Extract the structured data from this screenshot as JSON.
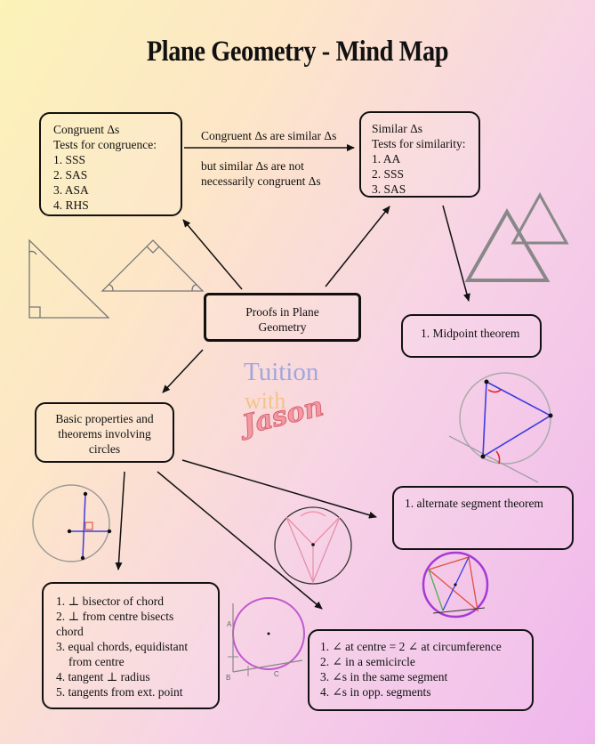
{
  "title": "Plane Geometry - Mind Map",
  "congruent": {
    "heading": "Congruent Δs",
    "subheading": "Tests for congruence:",
    "tests": [
      "1. SSS",
      "2. SAS",
      "3. ASA",
      "4. RHS"
    ]
  },
  "similar": {
    "heading": "Similar Δs",
    "subheading": "Tests for similarity:",
    "tests": [
      "1. AA",
      "2. SSS",
      "3. SAS"
    ]
  },
  "link_note": {
    "line1": "Congruent Δs are similar Δs",
    "line2": "but similar Δs are not",
    "line3": "necessarily congruent Δs"
  },
  "center_node": {
    "line1": "Proofs in Plane",
    "line2": "Geometry"
  },
  "midpoint": "1. Midpoint theorem",
  "circles": {
    "line1": "Basic properties and",
    "line2": "theorems involving",
    "line3": "circles"
  },
  "alternate": "1. alternate segment theorem",
  "chord_props": [
    "1. ⊥ bisector of chord",
    "2. ⊥ from centre bisects",
    "chord",
    "3. equal chords, equidistant",
    "from centre",
    "4. tangent ⊥ radius",
    "5. tangents from ext. point"
  ],
  "angle_props": [
    "1. ∠ at centre = 2 ∠ at circumference",
    "2. ∠ in a semicircle",
    "3. ∠s in the same segment",
    "4. ∠s in opp. segments"
  ],
  "watermark": {
    "line1": "Tuition",
    "line2": "with",
    "line3": "Jason"
  },
  "figure_labels": {
    "a": "A",
    "b": "B",
    "c": "C"
  }
}
